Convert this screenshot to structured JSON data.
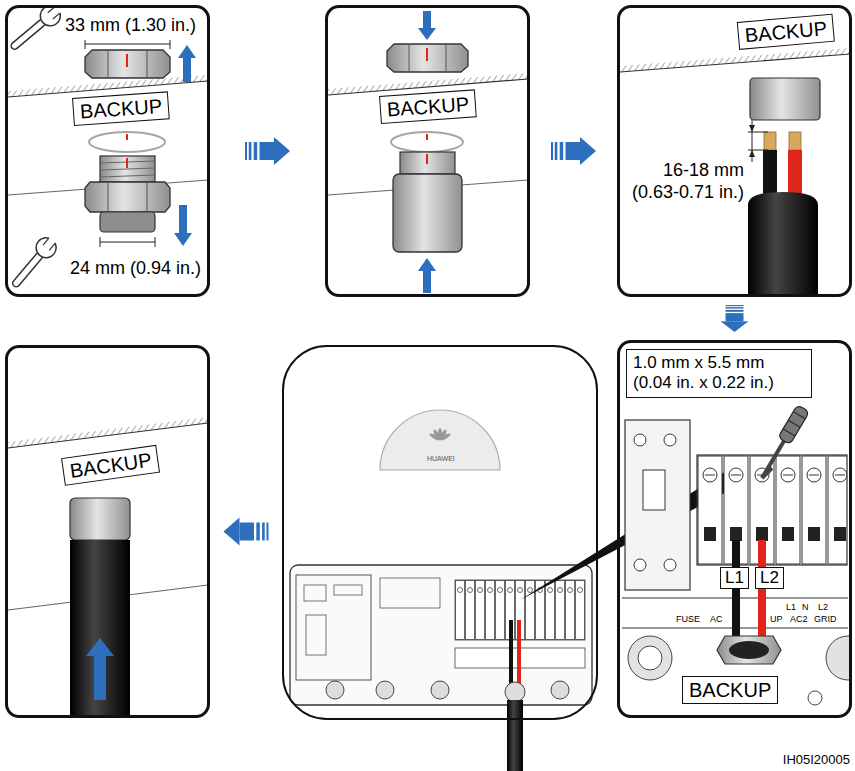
{
  "diagram": {
    "nodes": [
      {
        "text": [
          "33 mm (1.30 in.)",
          "BACKUP",
          "24 mm (0.94 in.)"
        ]
      },
      {
        "text": [
          "BACKUP"
        ]
      },
      {
        "text": [
          "BACKUP",
          "16-18 mm (0.63-0.71 in.)"
        ]
      },
      {
        "text": [
          "BACKUP"
        ]
      },
      {
        "text": [
          "HUAWEI"
        ]
      },
      {
        "text": [
          "1.0 mm x 5.5 mm (0.04 in. x 0.22 in.)",
          "L1",
          "L2",
          "FUSE",
          "AC",
          "UP",
          "L1",
          "N",
          "L2",
          "AC2",
          "GRID",
          "BACKUP"
        ]
      }
    ],
    "edges": [
      {
        "from": 0,
        "to": 1,
        "arrow": "to"
      },
      {
        "from": 1,
        "to": 2,
        "arrow": "to"
      },
      {
        "from": 2,
        "to": 5,
        "arrow": "to"
      },
      {
        "from": 4,
        "to": 3,
        "arrow": "to"
      }
    ],
    "labels": [
      "IH05I20005"
    ]
  }
}
